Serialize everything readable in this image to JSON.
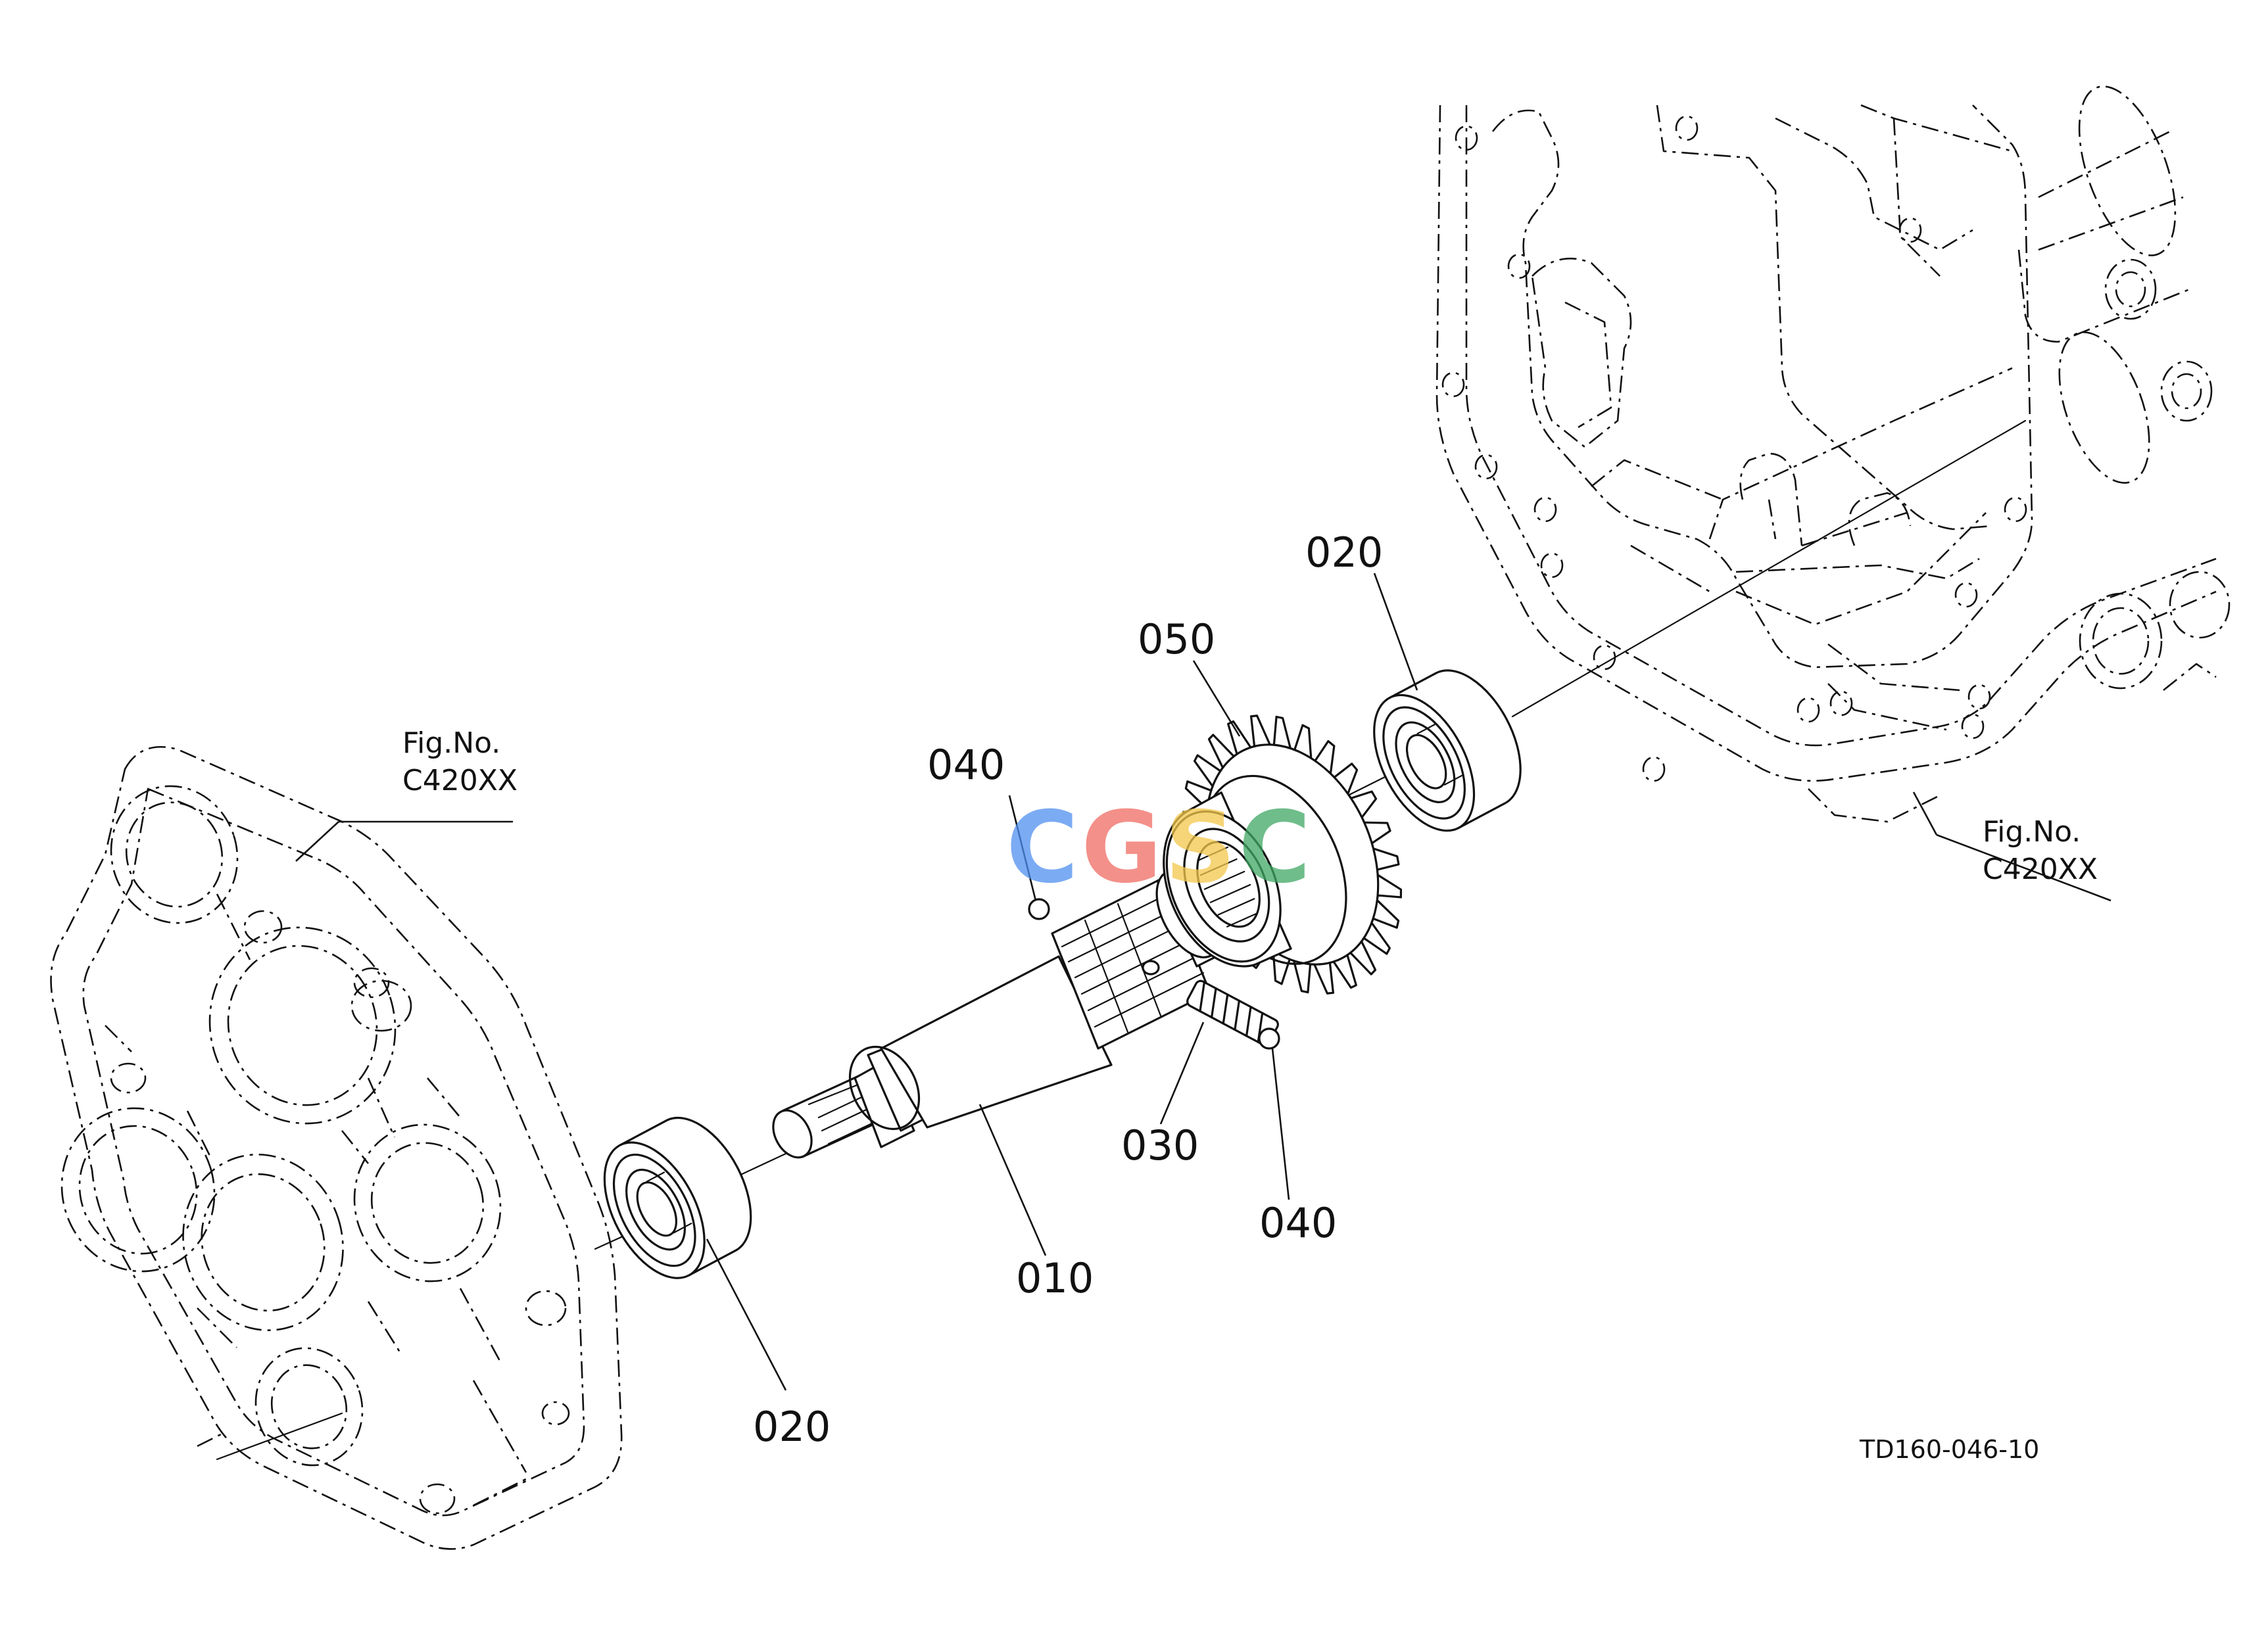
{
  "callouts": {
    "shaft": "010",
    "bearing_left": "020",
    "bearing_right": "020",
    "spring": "030",
    "ball_top": "040",
    "ball_right": "040",
    "gear": "050"
  },
  "references": {
    "left_fig_label": "Fig.No.",
    "left_fig_code": "C420XX",
    "right_fig_label": "Fig.No.",
    "right_fig_code": "C420XX"
  },
  "drawing_number": "TD160-046-10",
  "watermark": {
    "letters": [
      "C",
      "G",
      "S",
      "C"
    ],
    "colors": [
      "#4f8ff0",
      "#ef6b62",
      "#f3c84b",
      "#3fa863"
    ]
  }
}
